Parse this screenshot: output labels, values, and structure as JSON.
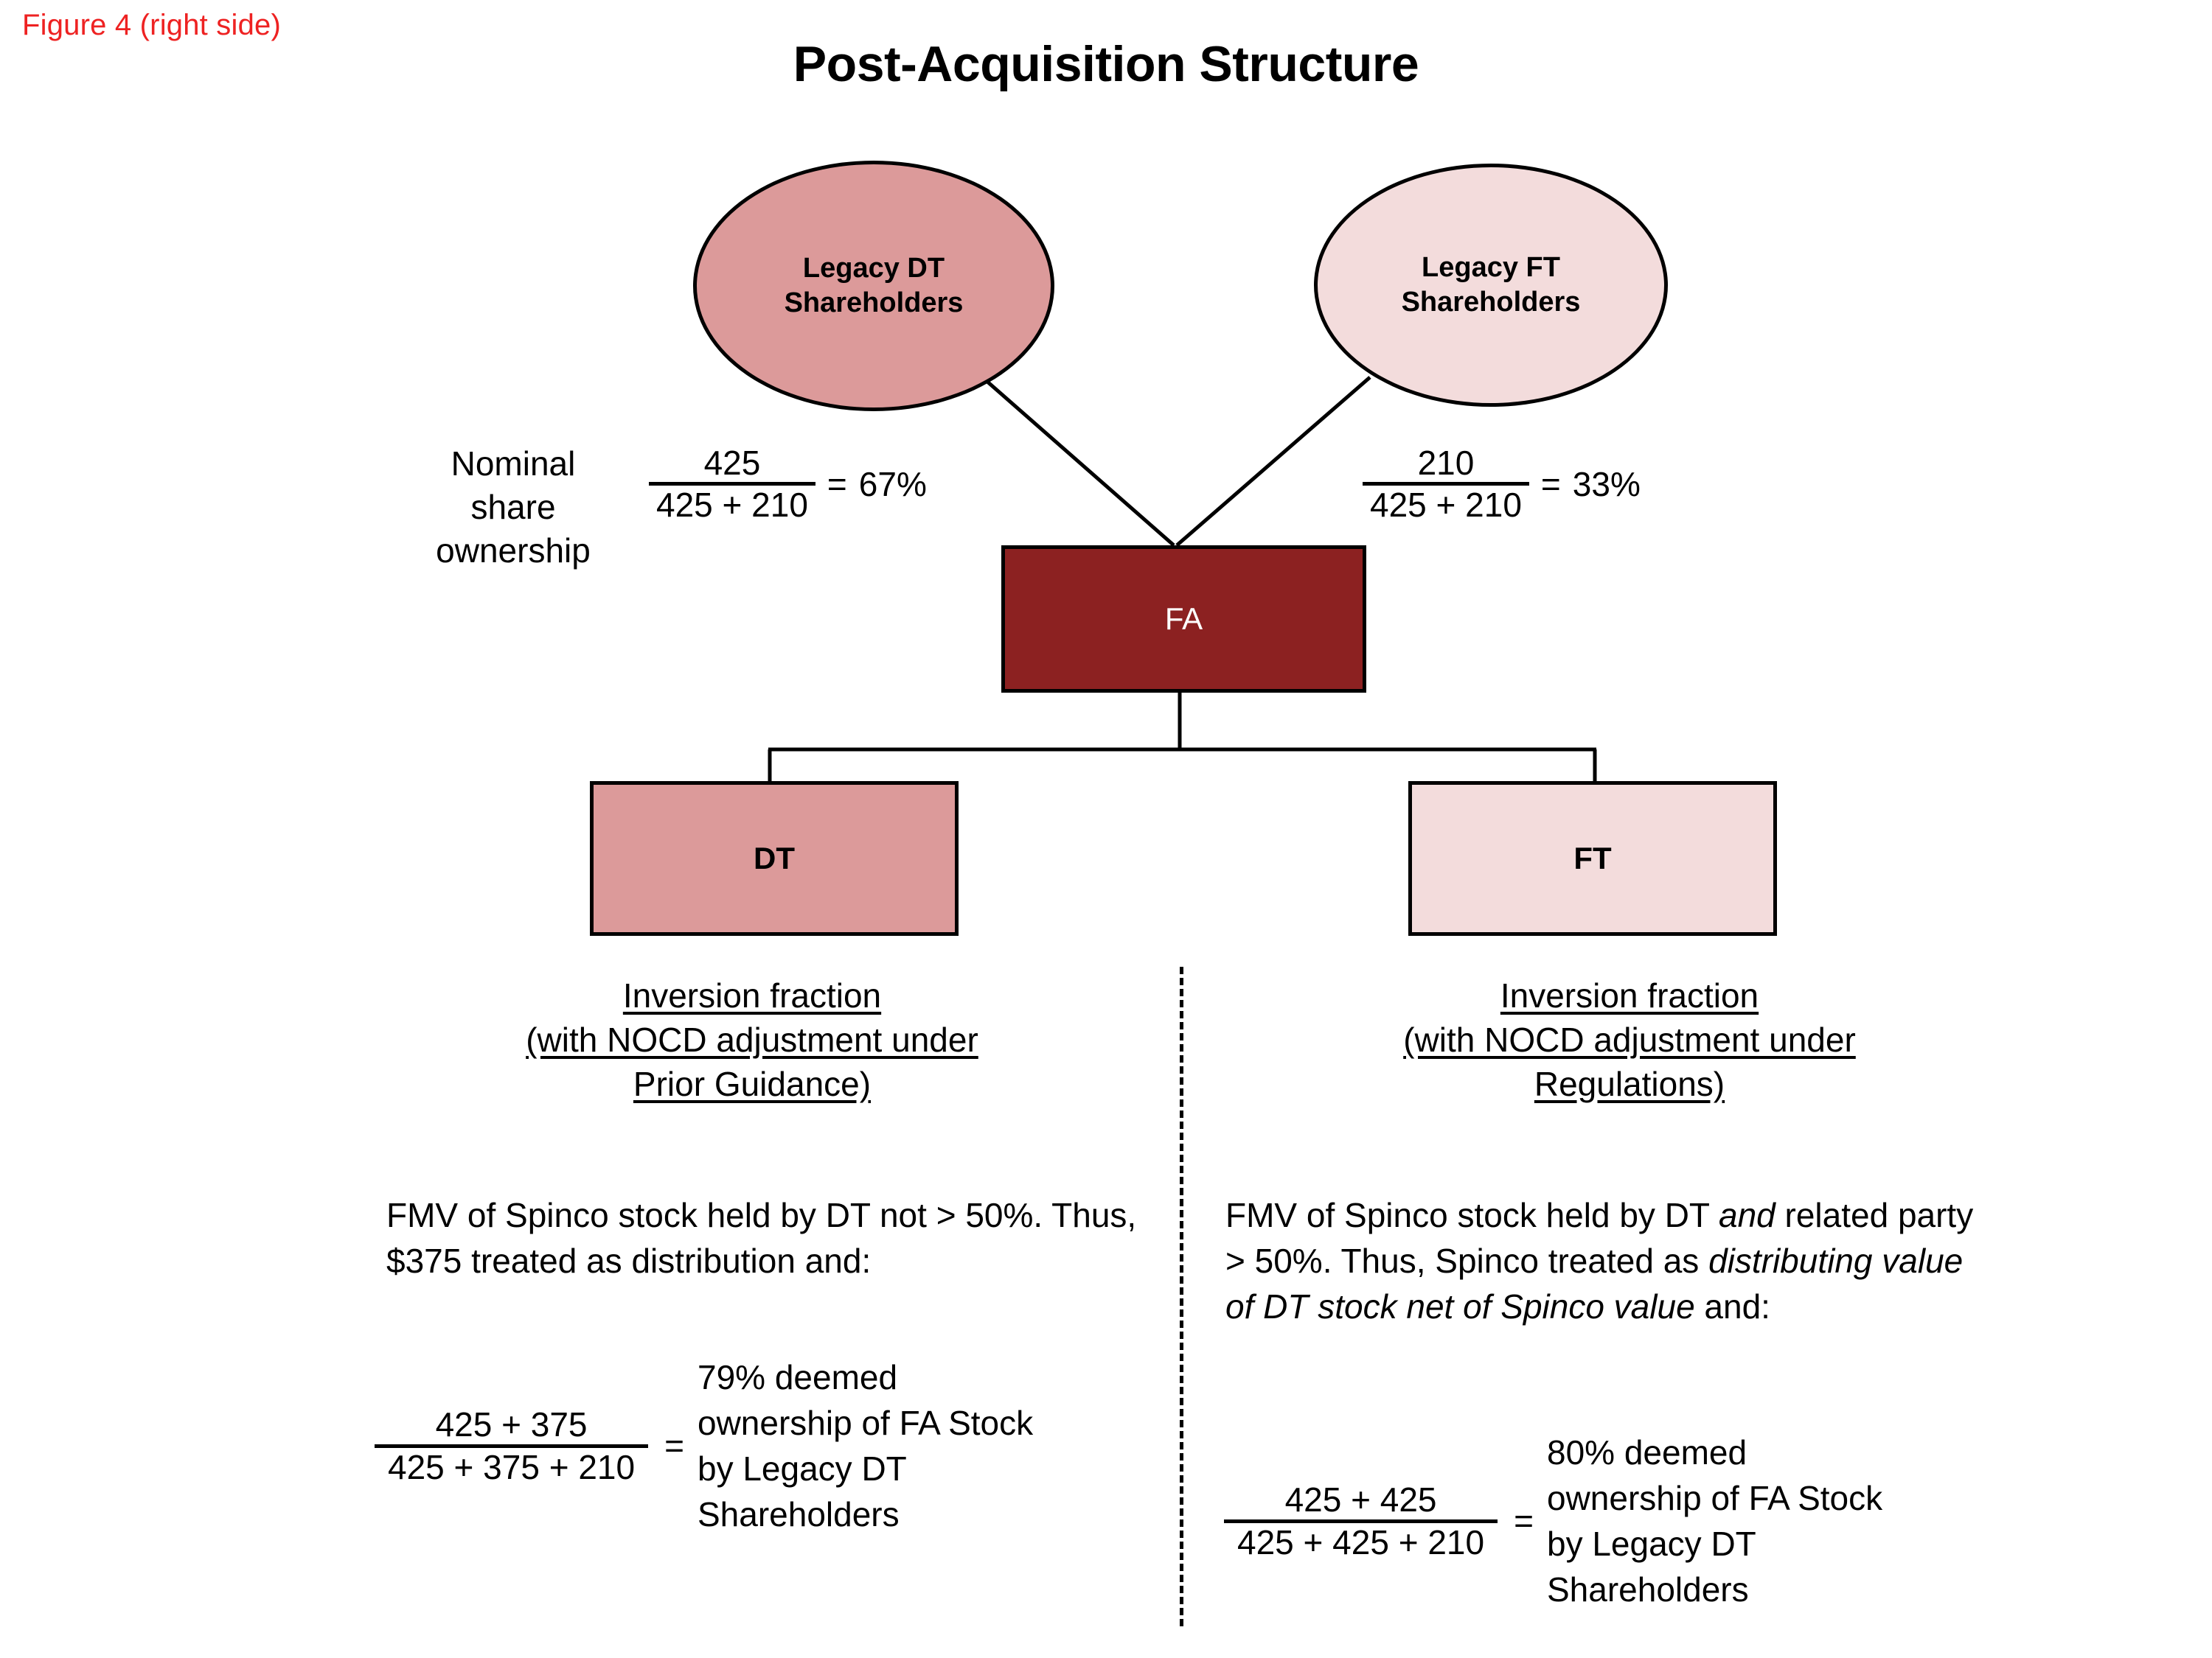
{
  "figure": {
    "label": "Figure 4 (right side)",
    "label_color": "#ee2222"
  },
  "title": "Post-Acquisition Structure",
  "colors": {
    "dark_red": "#8c2121",
    "medium_pink": "#dc9a9a",
    "light_pink": "#f3dcdc",
    "outline": "#000000",
    "background": "#ffffff"
  },
  "nodes": {
    "legacy_dt_shareholders": {
      "line1": "Legacy DT",
      "line2": "Shareholders",
      "shape": "ellipse",
      "fill": "#dc9a9a"
    },
    "legacy_ft_shareholders": {
      "line1": "Legacy FT",
      "line2": "Shareholders",
      "shape": "ellipse",
      "fill": "#f3dcdc"
    },
    "fa": {
      "label": "FA",
      "shape": "rectangle",
      "fill": "#8c2121"
    },
    "dt": {
      "label": "DT",
      "shape": "rectangle",
      "fill": "#dc9a9a"
    },
    "ft": {
      "label": "FT",
      "shape": "rectangle",
      "fill": "#f3dcdc"
    }
  },
  "nominal_ownership": {
    "label_line1": "Nominal",
    "label_line2": "share",
    "label_line3": "ownership",
    "dt": {
      "numerator": "425",
      "denominator": "425 + 210",
      "equals": "=",
      "result": "67%"
    },
    "ft": {
      "numerator": "210",
      "denominator": "425 + 210",
      "equals": "=",
      "result": "33%"
    }
  },
  "columns": {
    "left": {
      "heading_line1": "Inversion fraction",
      "heading_line2": "(with NOCD adjustment under",
      "heading_line3": "Prior Guidance)",
      "body_part1": "FMV of Spinco stock held by DT not > 50%. Thus, $375 treated as distribution and:",
      "fraction": {
        "numerator": "425 + 375",
        "denominator": "425 + 375 + 210",
        "equals": "=",
        "result": "79% deemed ownership of FA Stock by Legacy DT Shareholders"
      }
    },
    "right": {
      "heading_line1": "Inversion fraction",
      "heading_line2": "(with NOCD adjustment under",
      "heading_line3": "Regulations)",
      "body_part1": "FMV of Spinco stock held by DT ",
      "body_italic1": "and",
      "body_part2": " related party > 50%. Thus, Spinco treated as ",
      "body_italic2": "distributing value of DT stock net of Spinco value",
      "body_part3": " and:",
      "fraction": {
        "numerator": "425 + 425",
        "denominator": "425 + 425 + 210",
        "equals": "=",
        "result": "80% deemed ownership of FA Stock by Legacy DT Shareholders"
      }
    }
  }
}
